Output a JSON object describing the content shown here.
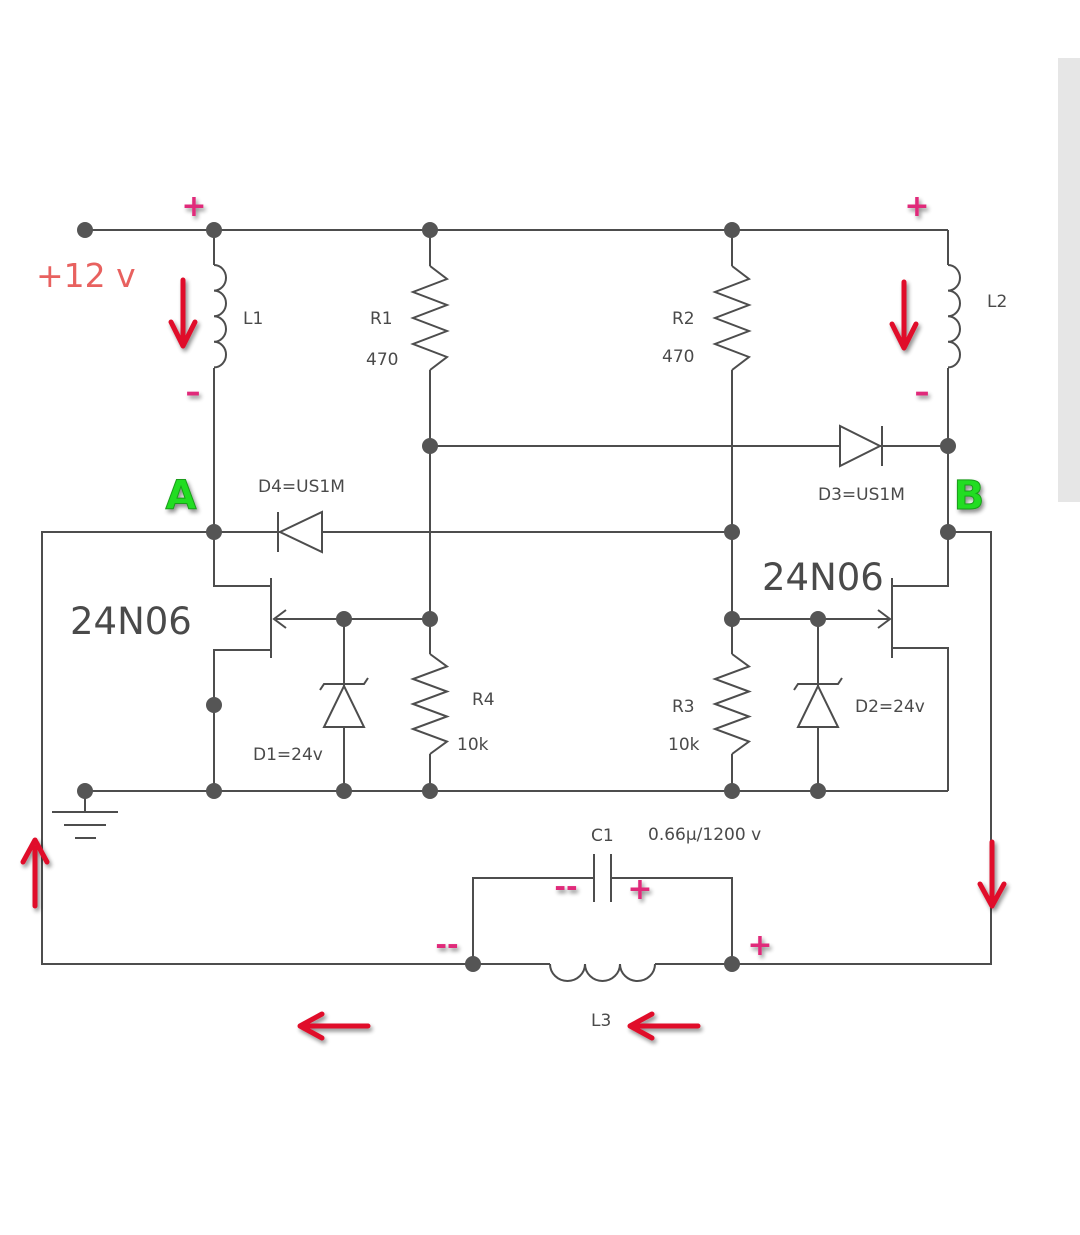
{
  "colors": {
    "wire": "#4d4d4d",
    "node": "#555555",
    "text": "#4a4a4a",
    "supply_label": "#e8615f",
    "polarity": "#e0297a",
    "arrow": "#e0102a",
    "node_letter": "#22dd22",
    "scrollbar": "#e6e6e6"
  },
  "supply": {
    "label": "+12 v"
  },
  "nodes": {
    "a": "A",
    "b": "B"
  },
  "components": {
    "l1": {
      "name": "L1"
    },
    "l2": {
      "name": "L2"
    },
    "l3": {
      "name": "L3"
    },
    "r1": {
      "name": "R1",
      "value": "470"
    },
    "r2": {
      "name": "R2",
      "value": "470"
    },
    "r3": {
      "name": "R3",
      "value": "10k"
    },
    "r4": {
      "name": "R4",
      "value": "10k"
    },
    "d1": {
      "label": "D1=24v"
    },
    "d2": {
      "label": "D2=24v"
    },
    "d3": {
      "label": "D3=US1M"
    },
    "d4": {
      "label": "D4=US1M"
    },
    "c1": {
      "name": "C1",
      "value": "0.66μ/1200 v"
    },
    "q1": {
      "label": "24N06"
    },
    "q2": {
      "label": "24N06"
    }
  },
  "polarity": {
    "plus": "+",
    "minus": "–",
    "double_minus": "--"
  },
  "icons": [
    "ground-icon",
    "arrow-down-icon",
    "arrow-up-icon",
    "arrow-left-icon"
  ]
}
